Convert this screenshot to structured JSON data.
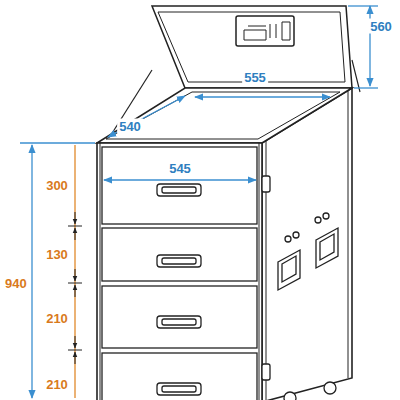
{
  "diagram": {
    "labels": [
      "560",
      "555",
      "540",
      "545",
      "300",
      "940",
      "130",
      "210",
      "210"
    ]
  }
}
